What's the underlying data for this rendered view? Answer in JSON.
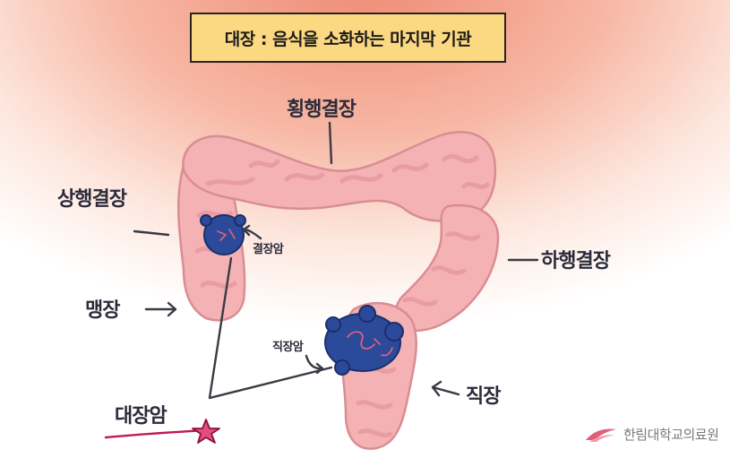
{
  "title": "대장 : 음식을 소화하는 마지막 기관",
  "labels": {
    "transverse": "횡행결장",
    "ascending": "상행결장",
    "descending": "하행결장",
    "cecum": "맹장",
    "rectum": "직장",
    "colon_cancer": "결장암",
    "rectal_cancer": "직장암",
    "colorectal_cancer": "대장암"
  },
  "logo": {
    "text": "한림대학교의료원"
  },
  "colors": {
    "title_bg": "#fbd983",
    "background_top": "#f4a28d",
    "intestine": "#f4b2b5",
    "intestine_stroke": "#d98d92",
    "tumor": "#2c4a9a",
    "accent_red": "#c2185b"
  }
}
